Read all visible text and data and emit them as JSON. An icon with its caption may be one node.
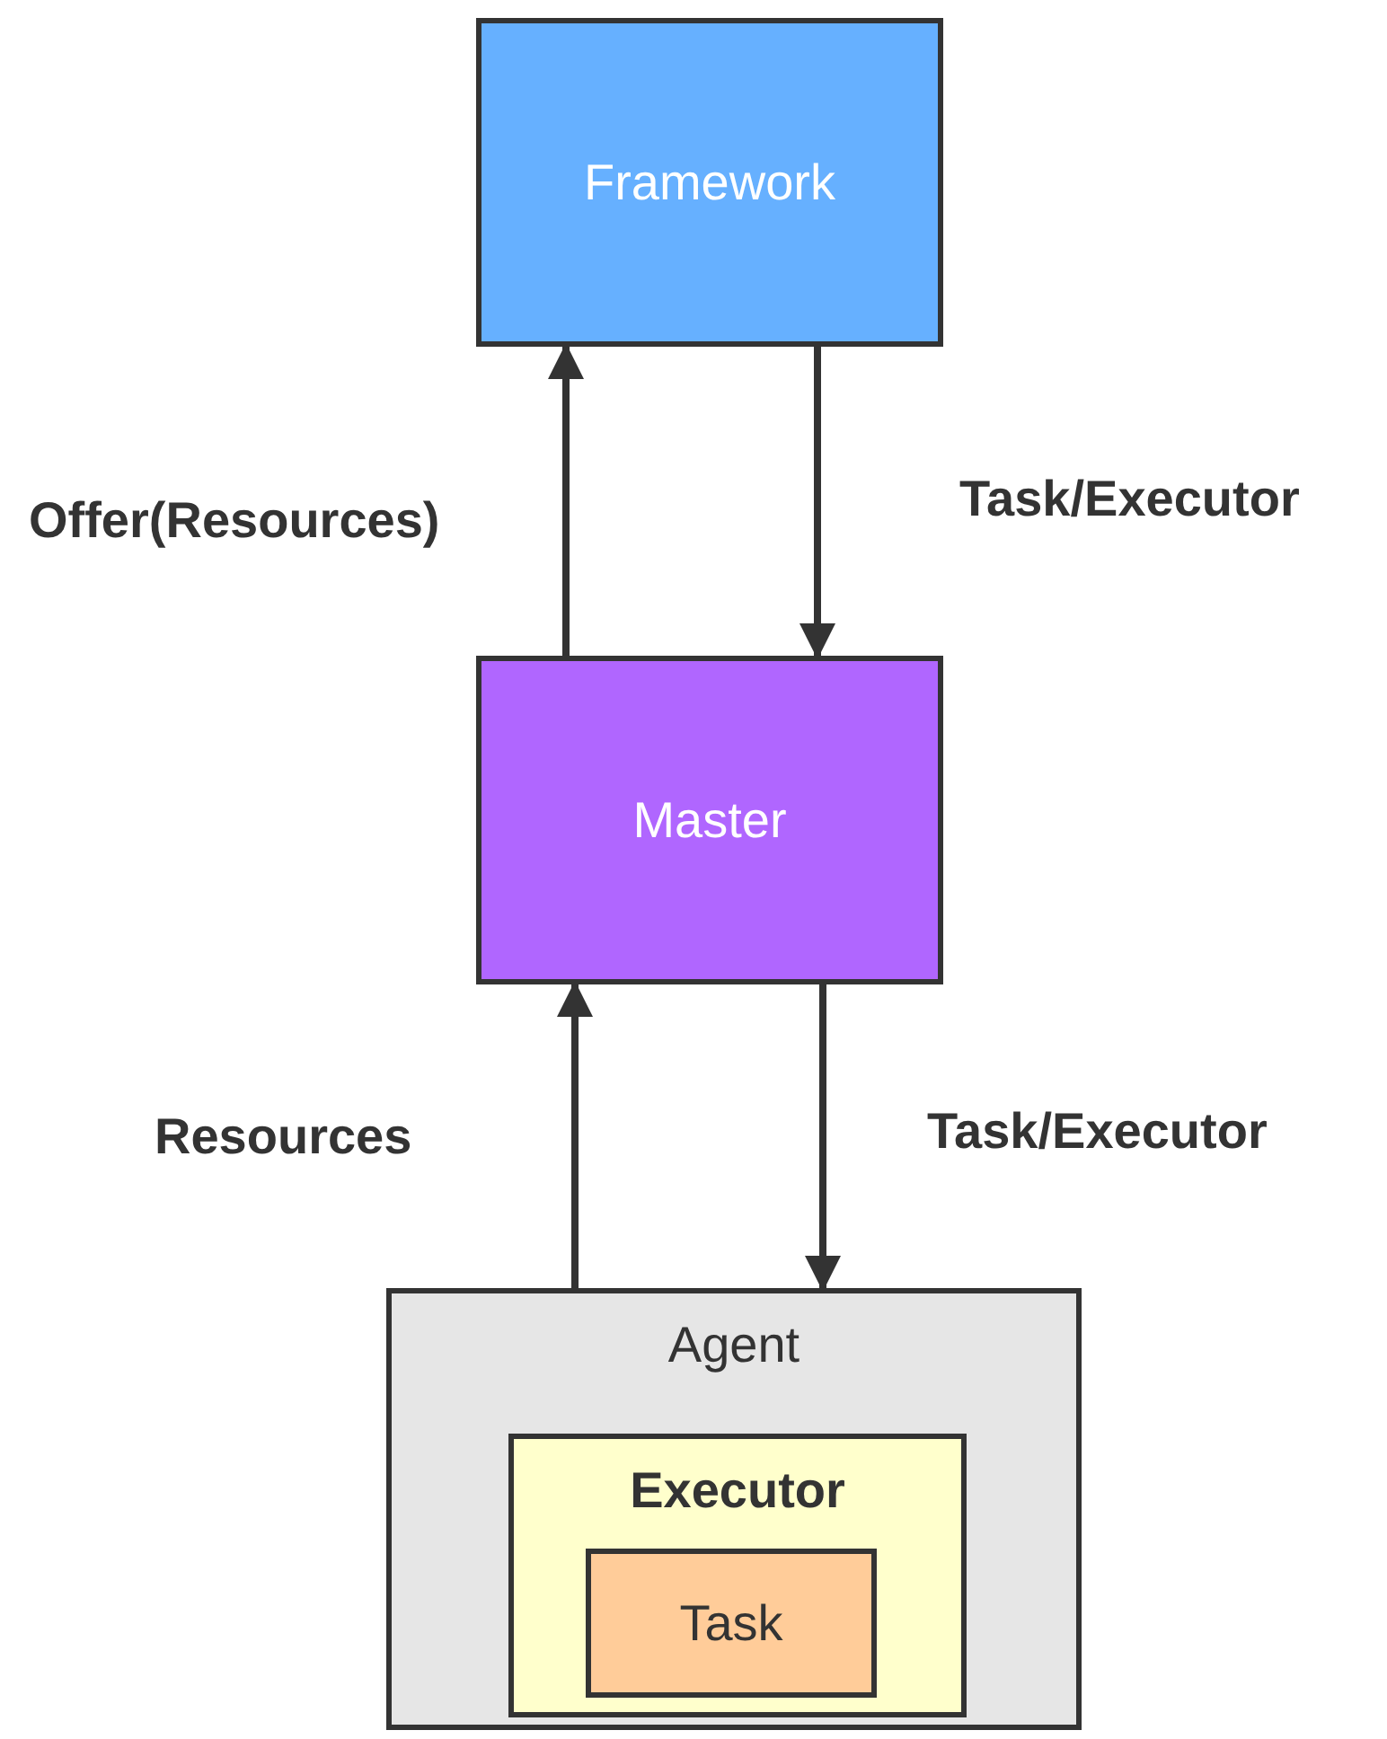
{
  "diagram": {
    "nodes": [
      {
        "text": [
          "Framework"
        ]
      },
      {
        "text": [
          "Master"
        ]
      },
      {
        "text": [
          "Agent"
        ]
      },
      {
        "text": [
          "Executor"
        ],
        "in": 2
      },
      {
        "text": [
          "Task"
        ],
        "in": 3
      }
    ],
    "edges": [
      {
        "from": 1,
        "to": 0,
        "arrow": "to",
        "label": "Offer(Resources)"
      },
      {
        "from": 0,
        "to": 1,
        "arrow": "to",
        "label": "Task/Executor"
      },
      {
        "from": 2,
        "to": 1,
        "arrow": "to",
        "label": "Resources"
      },
      {
        "from": 1,
        "to": 2,
        "arrow": "to",
        "label": "Task/Executor"
      }
    ]
  }
}
